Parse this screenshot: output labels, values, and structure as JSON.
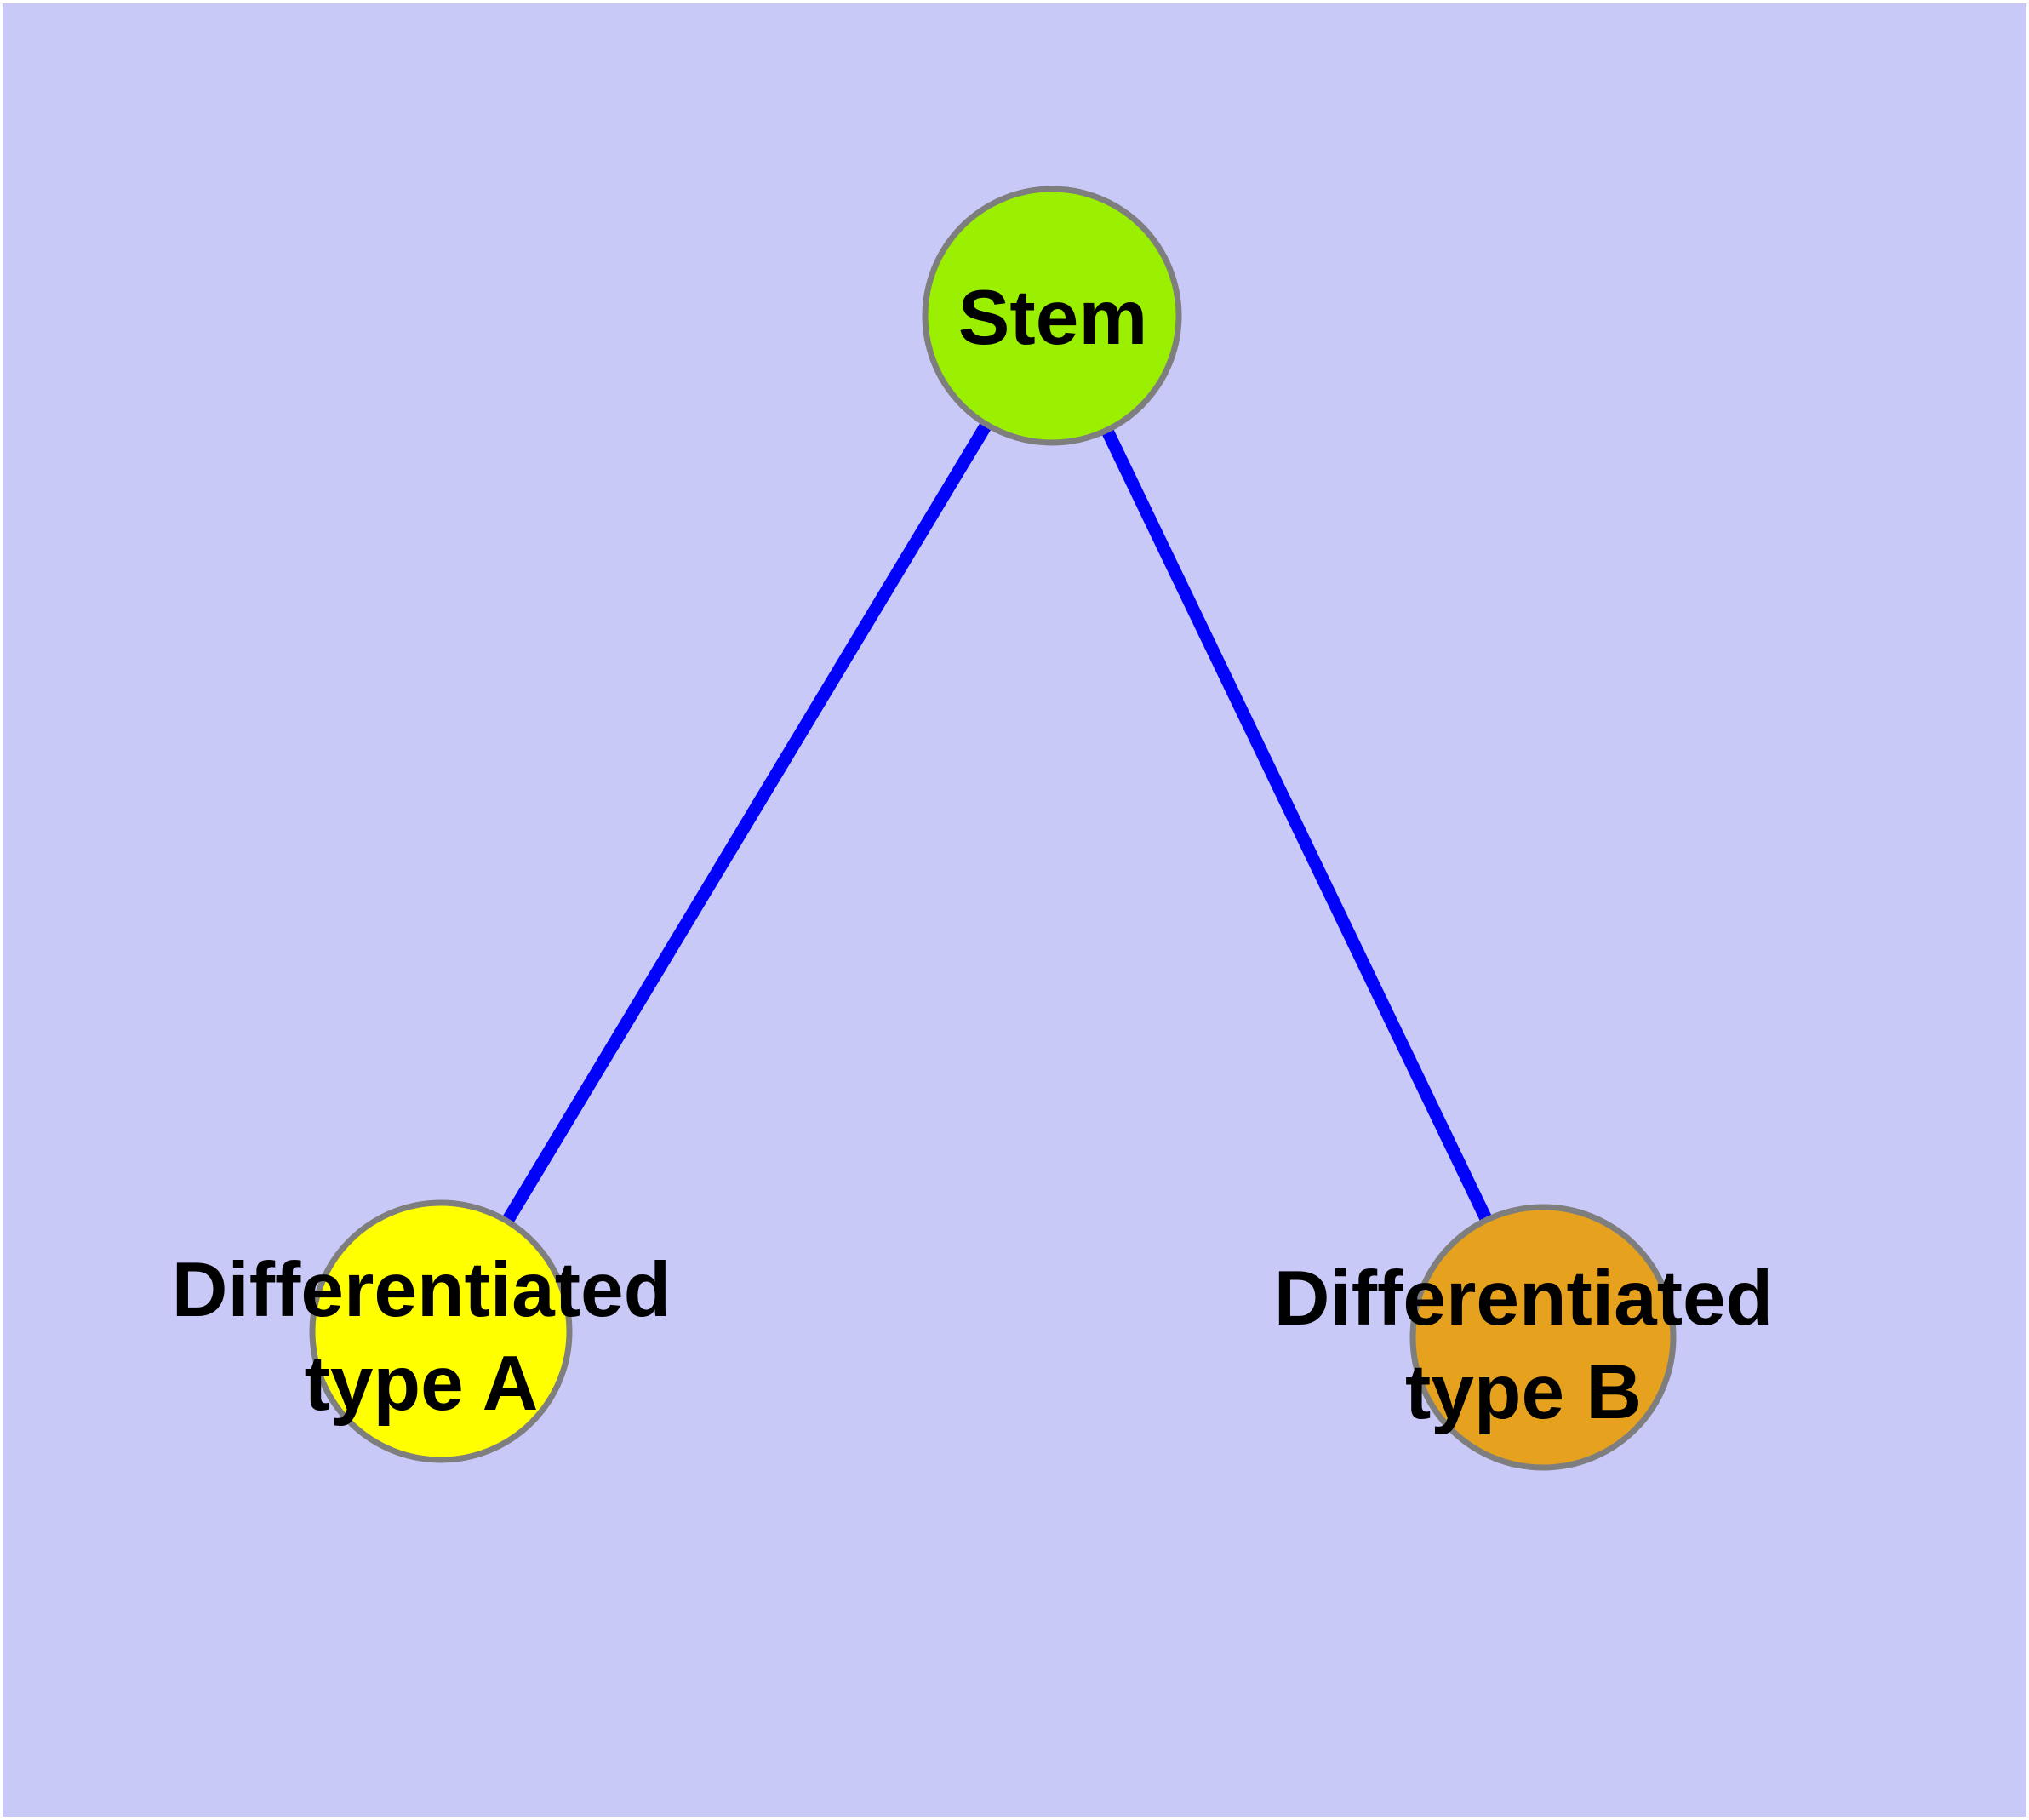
{
  "diagram": {
    "background_color": "#C9C9F8",
    "frame_color": "#FFFFFF",
    "edge_color": "#0202FA",
    "node_border_color": "#7E7E7E",
    "label_color": "#000000",
    "nodes": [
      {
        "id": "stem",
        "label": "Stem",
        "fill": "#9AF000"
      },
      {
        "id": "differentiated-type-a",
        "label_line1": "Differentiated",
        "label_line2": "type A",
        "fill": "#FFFF00"
      },
      {
        "id": "differentiated-type-b",
        "label_line1": "Differentiated",
        "label_line2": "type B",
        "fill": "#E6A21E"
      }
    ],
    "edges": [
      {
        "from": "Stem",
        "to": "Differentiated type A"
      },
      {
        "from": "Stem",
        "to": "Differentiated type B"
      }
    ]
  }
}
